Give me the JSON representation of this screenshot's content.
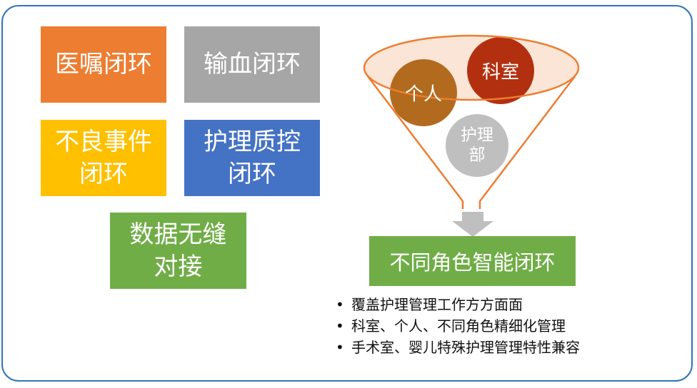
{
  "slide": {
    "background": "#FFFFFF",
    "border_color": "#2E75B6"
  },
  "feature_boxes": [
    {
      "label": "医嘱闭环",
      "color": "#ED7D31"
    },
    {
      "label": "输血闭环",
      "color": "#A6A6A6"
    },
    {
      "label": "不良事件\n闭环",
      "color": "#FFC000"
    },
    {
      "label": "护理质控\n闭环",
      "color": "#4472C4"
    },
    {
      "label": "数据无缝\n对接",
      "color": "#70AD47"
    }
  ],
  "funnel": {
    "outline_color": "#ED7D31",
    "bowl_fill_color": "#FBE5D6",
    "circles": [
      {
        "label": "个人",
        "color": "#B26B1E"
      },
      {
        "label": "科室",
        "color": "#B23010"
      },
      {
        "label": "护理\n部",
        "color": "#BFBFBF"
      }
    ],
    "arrow_color": "#BFBFBF",
    "result_label": "不同角色智能闭环",
    "result_color": "#70AD47"
  },
  "bullets": [
    "覆盖护理管理工作方方面面",
    "科室、个人、不同角色精细化管理",
    "手术室、婴儿特殊护理管理特性兼容"
  ]
}
